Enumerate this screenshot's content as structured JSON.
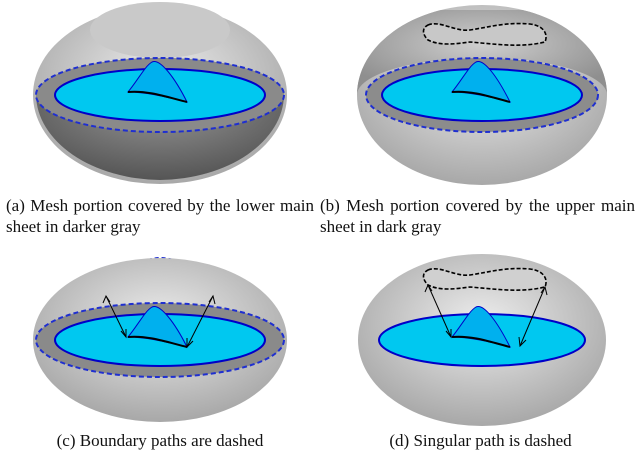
{
  "captions": {
    "a": "(a) Mesh portion covered by the lower main sheet in darker gray",
    "b": "(b) Mesh portion covered by the upper main sheet in dark gray",
    "c": "(c) Boundary paths are dashed",
    "d": "(d) Singular path is dashed"
  },
  "colors": {
    "disk_fill": "#00c8f0",
    "disk_outline": "#0000c8",
    "boundary_dash": "#1f2fd0",
    "singular_path": "#000000"
  }
}
